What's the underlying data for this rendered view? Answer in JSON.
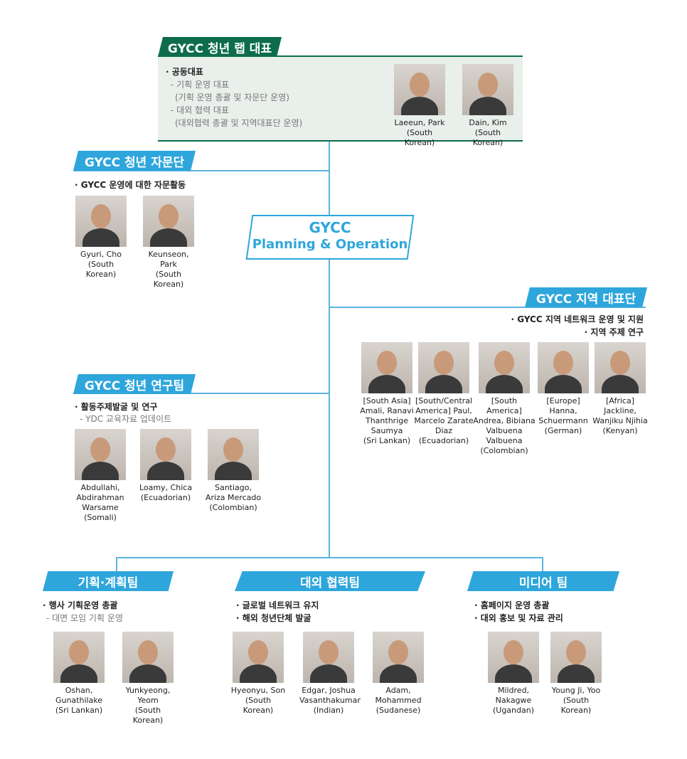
{
  "lab_rep": {
    "title": "GYCC 청년 랩 대표",
    "bullet": "· 공동대표",
    "lines": [
      "- 기획 운영 대표",
      "(기획 운영 총괄 및 자문단 운영)",
      "- 대외 협력 대표",
      "(대외협력 총괄 및 지역대표단 운영)"
    ],
    "people": [
      {
        "name": "Laeeun, Park",
        "nat": "(South Korean)"
      },
      {
        "name": "Dain, Kim",
        "nat": "(South Korean)"
      }
    ]
  },
  "advisory": {
    "title": "GYCC 청년 자문단",
    "bullet": "· GYCC 운영에 대한 자문활동",
    "people": [
      {
        "name": "Gyuri, Cho",
        "nat": "(South Korean)"
      },
      {
        "name": "Keunseon, Park",
        "nat": "(South Korean)"
      }
    ]
  },
  "center": {
    "line1": "GYCC",
    "line2": "Planning & Operation"
  },
  "regional": {
    "title": "GYCC 지역 대표단",
    "bullets": [
      "· GYCC 지역 네트워크 운영 및 지원",
      "·  지역 주제 연구"
    ],
    "people": [
      {
        "name": "[South Asia] Amali, Ranavi Thanthrige Saumya",
        "nat": "(Sri Lankan)"
      },
      {
        "name": "[South/Central America] Paul, Marcelo Zarate Diaz",
        "nat": "(Ecuadorian)"
      },
      {
        "name": "[South America] Andrea, Bibiana Valbuena Valbuena",
        "nat": "(Colombian)"
      },
      {
        "name": "[Europe] Hanna, Schuermann",
        "nat": "(German)"
      },
      {
        "name": "[Africa] Jackline, Wanjiku Njihia",
        "nat": "(Kenyan)"
      }
    ]
  },
  "research": {
    "title": "GYCC 청년 연구팀",
    "bullet": "· 활동주제발굴 및 연구",
    "sub": "- YDC 교육자료 업데이트",
    "people": [
      {
        "name": "Abdullahi, Abdirahman Warsame",
        "nat": "(Somali)"
      },
      {
        "name": "Loamy, Chica",
        "nat": "(Ecuadorian)"
      },
      {
        "name": "Santiago, Ariza Mercado",
        "nat": "(Colombian)"
      }
    ]
  },
  "planning": {
    "title": "기획·계획팀",
    "bullet": "· 행사 기획운영 총괄",
    "sub": "- 대면 모임 기획 운영",
    "people": [
      {
        "name": "Oshan, Gunathilake",
        "nat": "(Sri Lankan)"
      },
      {
        "name": "Yunkyeong, Yeom",
        "nat": "(South Korean)"
      }
    ]
  },
  "external": {
    "title": "대외 협력팀",
    "bullets": [
      "· 글로벌 네트워크 유지",
      "· 해외 청년단체 발굴"
    ],
    "people": [
      {
        "name": "Hyeonyu, Son",
        "nat": "(South Korean)"
      },
      {
        "name": "Edgar, Joshua Vasanthakumar",
        "nat": "(Indian)"
      },
      {
        "name": "Adam, Mohammed",
        "nat": "(Sudanese)"
      }
    ]
  },
  "media": {
    "title": "미디어 팀",
    "bullets": [
      "· 홈페이지 운영 총괄",
      "· 대외 홍보 및 자료 관리"
    ],
    "people": [
      {
        "name": "Mildred, Nakagwe",
        "nat": "(Ugandan)"
      },
      {
        "name": "Young Ji, Yoo",
        "nat": "(South Korean)"
      }
    ]
  }
}
